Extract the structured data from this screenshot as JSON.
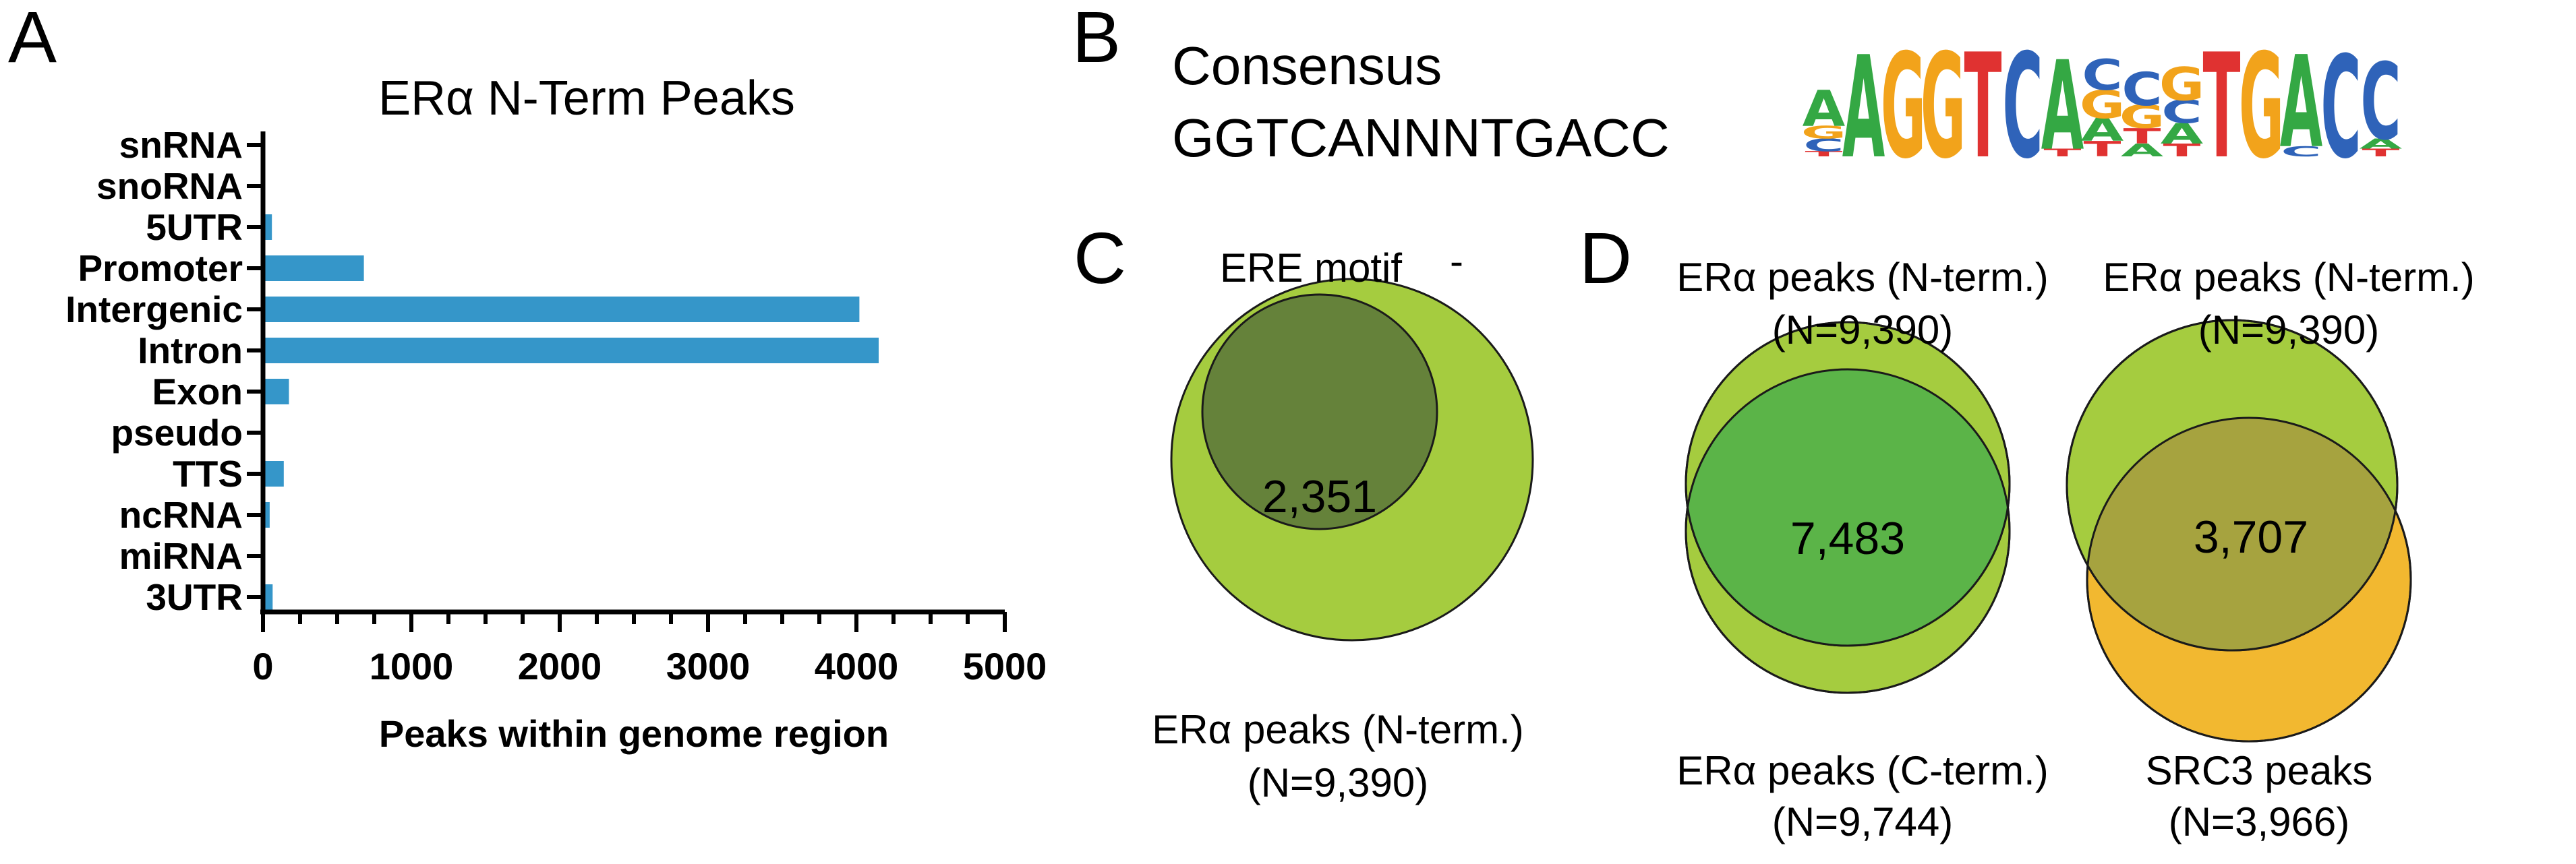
{
  "panels": {
    "a": "A",
    "b": "B",
    "c": "C",
    "d": "D"
  },
  "chart_data": {
    "type": "bar",
    "orientation": "horizontal",
    "title": "ERα N-Term Peaks",
    "xlabel": "Peaks within genome region",
    "ylabel": "",
    "xlim": [
      0,
      5000
    ],
    "x_ticks": [
      "0",
      "1000",
      "2000",
      "3000",
      "4000",
      "5000"
    ],
    "categories": [
      "snRNA",
      "snoRNA",
      "5UTR",
      "Promoter",
      "Intergenic",
      "Intron",
      "Exon",
      "pseudo",
      "TTS",
      "ncRNA",
      "miRNA",
      "3UTR"
    ],
    "values": [
      0,
      0,
      60,
      680,
      4020,
      4150,
      175,
      0,
      140,
      45,
      0,
      65
    ],
    "bar_color": "#3596c9"
  },
  "motif": {
    "label": "Consensus",
    "sequence": "GGTCANNNTGACC",
    "logo": [
      {
        "letters": [
          {
            "l": "A",
            "c": "#34a844",
            "h": 28
          },
          {
            "l": "C",
            "c": "#2f63b9",
            "h": 10
          },
          {
            "l": "G",
            "c": "#f2a31b",
            "h": 10
          },
          {
            "l": "T",
            "c": "#e03231",
            "h": 4
          }
        ]
      },
      {
        "letters": [
          {
            "l": "A",
            "c": "#34a844",
            "h": 80
          }
        ]
      },
      {
        "letters": [
          {
            "l": "G",
            "c": "#f2a31b",
            "h": 82
          }
        ]
      },
      {
        "letters": [
          {
            "l": "G",
            "c": "#f2a31b",
            "h": 82
          }
        ]
      },
      {
        "letters": [
          {
            "l": "T",
            "c": "#e03231",
            "h": 82
          }
        ]
      },
      {
        "letters": [
          {
            "l": "C",
            "c": "#2f63b9",
            "h": 82
          }
        ]
      },
      {
        "letters": [
          {
            "l": "A",
            "c": "#34a844",
            "h": 70
          },
          {
            "l": "T",
            "c": "#e03231",
            "h": 6
          }
        ]
      },
      {
        "letters": [
          {
            "l": "C",
            "c": "#2f63b9",
            "h": 24
          },
          {
            "l": "G",
            "c": "#f2a31b",
            "h": 22
          },
          {
            "l": "A",
            "c": "#34a844",
            "h": 18
          },
          {
            "l": "T",
            "c": "#e03231",
            "h": 12
          }
        ]
      },
      {
        "letters": [
          {
            "l": "C",
            "c": "#2f63b9",
            "h": 26
          },
          {
            "l": "G",
            "c": "#f2a31b",
            "h": 18
          },
          {
            "l": "T",
            "c": "#e03231",
            "h": 12
          },
          {
            "l": "A",
            "c": "#34a844",
            "h": 10
          }
        ]
      },
      {
        "letters": [
          {
            "l": "G",
            "c": "#f2a31b",
            "h": 26
          },
          {
            "l": "C",
            "c": "#2f63b9",
            "h": 18
          },
          {
            "l": "A",
            "c": "#34a844",
            "h": 16
          },
          {
            "l": "T",
            "c": "#e03231",
            "h": 10
          }
        ]
      },
      {
        "letters": [
          {
            "l": "T",
            "c": "#e03231",
            "h": 82
          }
        ]
      },
      {
        "letters": [
          {
            "l": "G",
            "c": "#f2a31b",
            "h": 82
          }
        ]
      },
      {
        "letters": [
          {
            "l": "A",
            "c": "#34a844",
            "h": 72
          },
          {
            "l": "C",
            "c": "#2f63b9",
            "h": 8
          }
        ]
      },
      {
        "letters": [
          {
            "l": "C",
            "c": "#2f63b9",
            "h": 80
          }
        ]
      },
      {
        "letters": [
          {
            "l": "C",
            "c": "#2f63b9",
            "h": 60
          },
          {
            "l": "A",
            "c": "#34a844",
            "h": 8
          },
          {
            "l": "T",
            "c": "#e03231",
            "h": 6
          }
        ]
      }
    ]
  },
  "venn_c": {
    "inner_label": "ERE motif",
    "inner_mark": "-",
    "outer_label_1": "ERα peaks (N-term.)",
    "outer_label_2": "(N=9,390)",
    "overlap": "2,351",
    "outer_color": "#a5cc3f",
    "inner_color": "#65823a"
  },
  "venn_d1": {
    "top_label_1": "ERα peaks (N-term.)",
    "top_label_2": "(N=9,390)",
    "bottom_label_1": "ERα peaks (C-term.)",
    "bottom_label_2": "(N=9,744)",
    "overlap": "7,483",
    "set_color": "#a5cc3f",
    "overlap_color": "#5bb448"
  },
  "venn_d2": {
    "top_label_1": "ERα peaks (N-term.)",
    "top_label_2": "(N=9,390)",
    "bottom_label_1": "SRC3 peaks",
    "bottom_label_2": "(N=3,966)",
    "overlap": "3,707",
    "top_color": "#a5cc3f",
    "bottom_color": "#f2b830",
    "overlap_color": "#a6a33f"
  }
}
